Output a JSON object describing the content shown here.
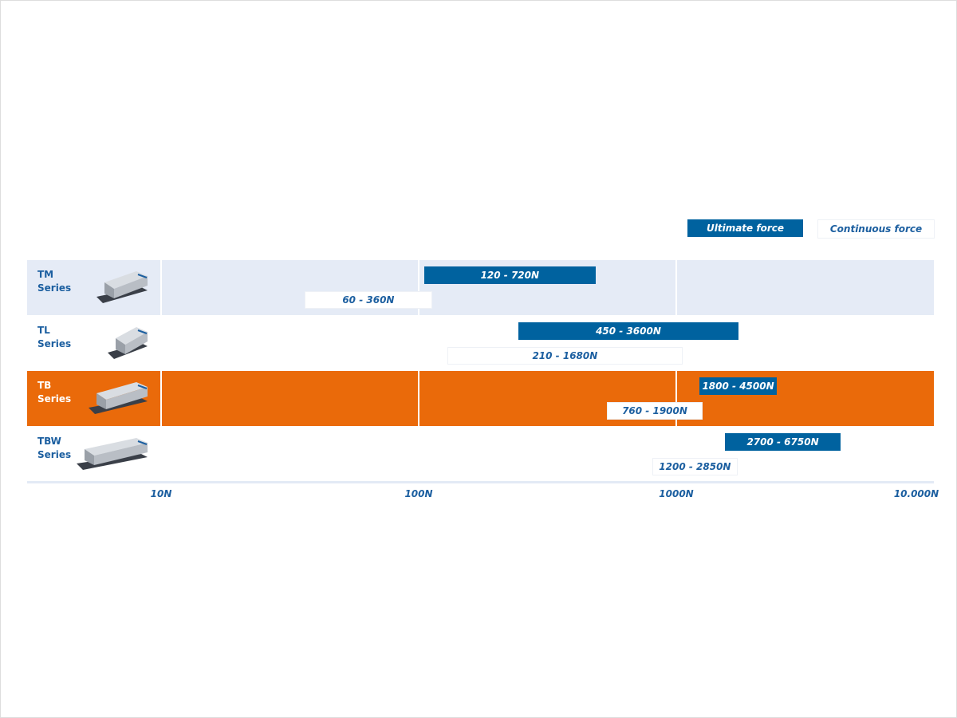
{
  "chart_data": {
    "type": "bar",
    "orientation": "horizontal-range",
    "xscale": "log",
    "xlim": [
      10,
      10000
    ],
    "legend_position": "top-right",
    "legend": [
      {
        "name": "Ultimate force",
        "color": "#00629f"
      },
      {
        "name": "Continuous force",
        "color": "#ffffff"
      }
    ],
    "ticks": [
      {
        "value": 10,
        "label": "10N"
      },
      {
        "value": 100,
        "label": "100N"
      },
      {
        "value": 1000,
        "label": "1000N"
      },
      {
        "value": 10000,
        "label": "10.000N"
      }
    ],
    "rows": [
      {
        "name": "TM",
        "sub": "Series",
        "bg": "#e5ebf6",
        "label_color": "#1c5fa0",
        "ultimate": {
          "label": "120 - 720N",
          "from": 120,
          "to": 720,
          "drawn": [
            105,
            486
          ]
        },
        "continuous": {
          "label": "60 - 360N",
          "from": 60,
          "to": 360,
          "drawn": [
            36,
            113
          ]
        }
      },
      {
        "name": "TL",
        "sub": "Series",
        "bg": "#ffffff",
        "label_color": "#1c5fa0",
        "ultimate": {
          "label": "450 - 3600N",
          "from": 450,
          "to": 3600,
          "drawn": [
            244,
            1742
          ]
        },
        "continuous": {
          "label": "210 - 1680N",
          "from": 210,
          "to": 1680,
          "drawn": [
            129,
            1059
          ]
        }
      },
      {
        "name": "TB",
        "sub": "Series",
        "bg": "#ea6a0a",
        "label_color": "#ffffff",
        "ultimate": {
          "label": "1800 - 4500N",
          "from": 1800,
          "to": 4500,
          "drawn": [
            1231,
            2455
          ]
        },
        "continuous": {
          "label": "760 - 1900N",
          "from": 760,
          "to": 1900,
          "drawn": [
            538,
            1265
          ]
        }
      },
      {
        "name": "TBW",
        "sub": "Series",
        "bg": "#ffffff",
        "label_color": "#1c5fa0",
        "ultimate": {
          "label": "2700 - 6750N",
          "from": 2700,
          "to": 6750,
          "drawn": [
            1545,
            4345
          ]
        },
        "continuous": {
          "label": "1200 - 2850N",
          "from": 1200,
          "to": 2850,
          "drawn": [
            807,
            1730
          ]
        }
      }
    ]
  }
}
